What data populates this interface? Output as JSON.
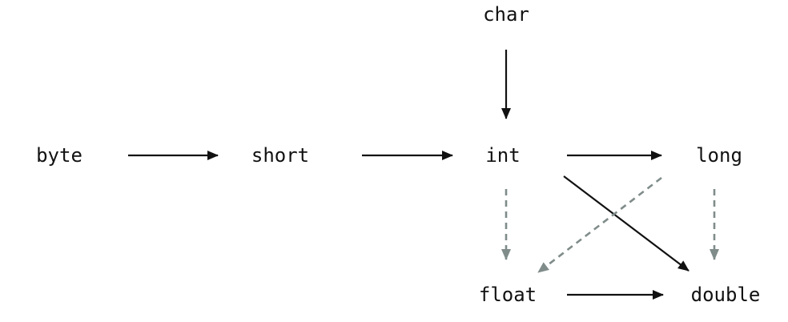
{
  "diagram": {
    "nodes": {
      "char": "char",
      "byte": "byte",
      "short": "short",
      "int": "int",
      "long": "long",
      "float": "float",
      "double": "double"
    },
    "edges": [
      {
        "from": "char",
        "to": "int",
        "style": "solid"
      },
      {
        "from": "byte",
        "to": "short",
        "style": "solid"
      },
      {
        "from": "short",
        "to": "int",
        "style": "solid"
      },
      {
        "from": "int",
        "to": "long",
        "style": "solid"
      },
      {
        "from": "int",
        "to": "double",
        "style": "solid"
      },
      {
        "from": "float",
        "to": "double",
        "style": "solid"
      },
      {
        "from": "int",
        "to": "float",
        "style": "dashed"
      },
      {
        "from": "long",
        "to": "float",
        "style": "dashed"
      },
      {
        "from": "long",
        "to": "double",
        "style": "dashed"
      }
    ],
    "colors": {
      "solid": "#111111",
      "dashed": "#7f8c8a",
      "text": "#111111",
      "background": "#ffffff"
    }
  }
}
